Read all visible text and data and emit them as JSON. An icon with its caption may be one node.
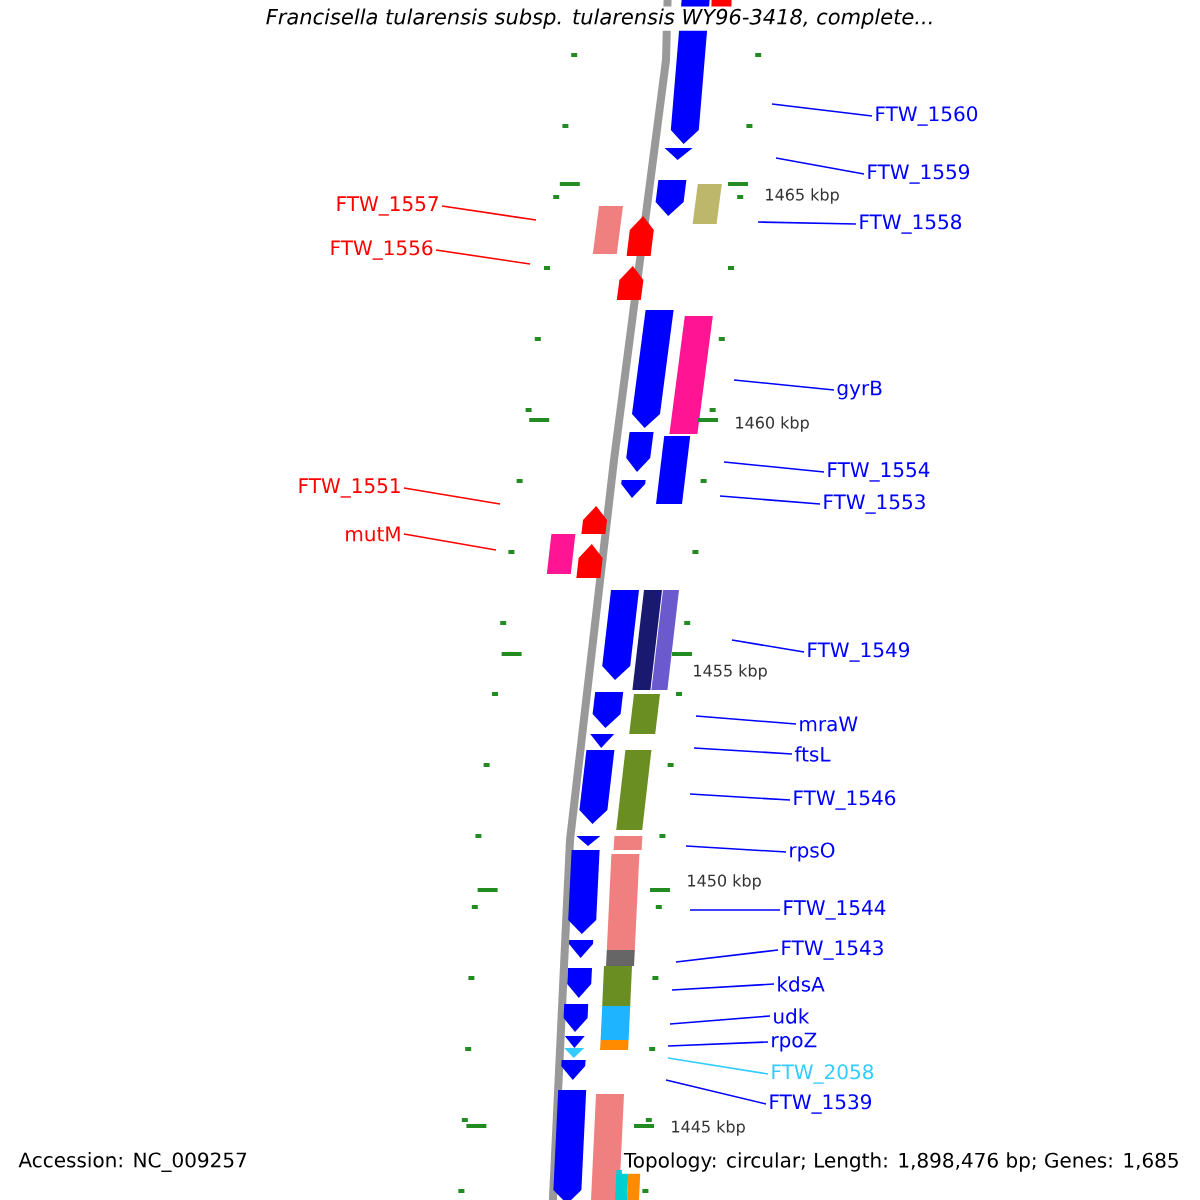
{
  "diagram": {
    "title": "Francisella tularensis subsp. tularensis WY96-3418, complete...",
    "nodes": [
      {
        "text": [
          "FTW_1560"
        ]
      },
      {
        "text": [
          "FTW_1559"
        ]
      },
      {
        "text": [
          "FTW_1558"
        ]
      },
      {
        "text": [
          "FTW_1557"
        ]
      },
      {
        "text": [
          "FTW_1556"
        ]
      },
      {
        "text": [
          "gyrB"
        ]
      },
      {
        "text": [
          "FTW_1554"
        ]
      },
      {
        "text": [
          "FTW_1553"
        ]
      },
      {
        "text": [
          "FTW_1551"
        ]
      },
      {
        "text": [
          "mutM"
        ]
      },
      {
        "text": [
          "FTW_1549"
        ]
      },
      {
        "text": [
          "mraW"
        ]
      },
      {
        "text": [
          "ftsL"
        ]
      },
      {
        "text": [
          "FTW_1546"
        ]
      },
      {
        "text": [
          "rpsO"
        ]
      },
      {
        "text": [
          "FTW_1544"
        ]
      },
      {
        "text": [
          "FTW_1543"
        ]
      },
      {
        "text": [
          "kdsA"
        ]
      },
      {
        "text": [
          "udk"
        ]
      },
      {
        "text": [
          "rpoZ"
        ]
      },
      {
        "text": [
          "FTW_2058"
        ]
      },
      {
        "text": [
          "FTW_1539"
        ]
      }
    ],
    "edges": [
      {
        "from": 0,
        "to": null,
        "arrow": "none"
      },
      {
        "from": 1,
        "to": null,
        "arrow": "none"
      },
      {
        "from": 2,
        "to": null,
        "arrow": "none"
      },
      {
        "from": 3,
        "to": null,
        "arrow": "none",
        "color": "#ff0000"
      },
      {
        "from": 4,
        "to": null,
        "arrow": "none",
        "color": "#ff0000"
      },
      {
        "from": 5,
        "to": null,
        "arrow": "none"
      },
      {
        "from": 6,
        "to": null,
        "arrow": "none"
      },
      {
        "from": 7,
        "to": null,
        "arrow": "none"
      },
      {
        "from": 8,
        "to": null,
        "arrow": "none",
        "color": "#ff0000"
      },
      {
        "from": 9,
        "to": null,
        "arrow": "none",
        "color": "#ff0000"
      },
      {
        "from": 10,
        "to": null,
        "arrow": "none"
      },
      {
        "from": 11,
        "to": null,
        "arrow": "none"
      },
      {
        "from": 12,
        "to": null,
        "arrow": "none"
      },
      {
        "from": 13,
        "to": null,
        "arrow": "none"
      },
      {
        "from": 14,
        "to": null,
        "arrow": "none"
      },
      {
        "from": 15,
        "to": null,
        "arrow": "none"
      },
      {
        "from": 16,
        "to": null,
        "arrow": "none"
      },
      {
        "from": 17,
        "to": null,
        "arrow": "none"
      },
      {
        "from": 18,
        "to": null,
        "arrow": "none"
      },
      {
        "from": 19,
        "to": null,
        "arrow": "none"
      },
      {
        "from": 20,
        "to": null,
        "arrow": "none",
        "color": "#33ccff"
      },
      {
        "from": 21,
        "to": null,
        "arrow": "none"
      }
    ],
    "labels": [
      "1465 kbp",
      "1460 kbp",
      "1455 kbp",
      "1450 kbp",
      "1445 kbp",
      "Accession: NC_009257",
      "Topology: circular; Length: 1,898,476 bp; Genes: 1,685"
    ]
  }
}
